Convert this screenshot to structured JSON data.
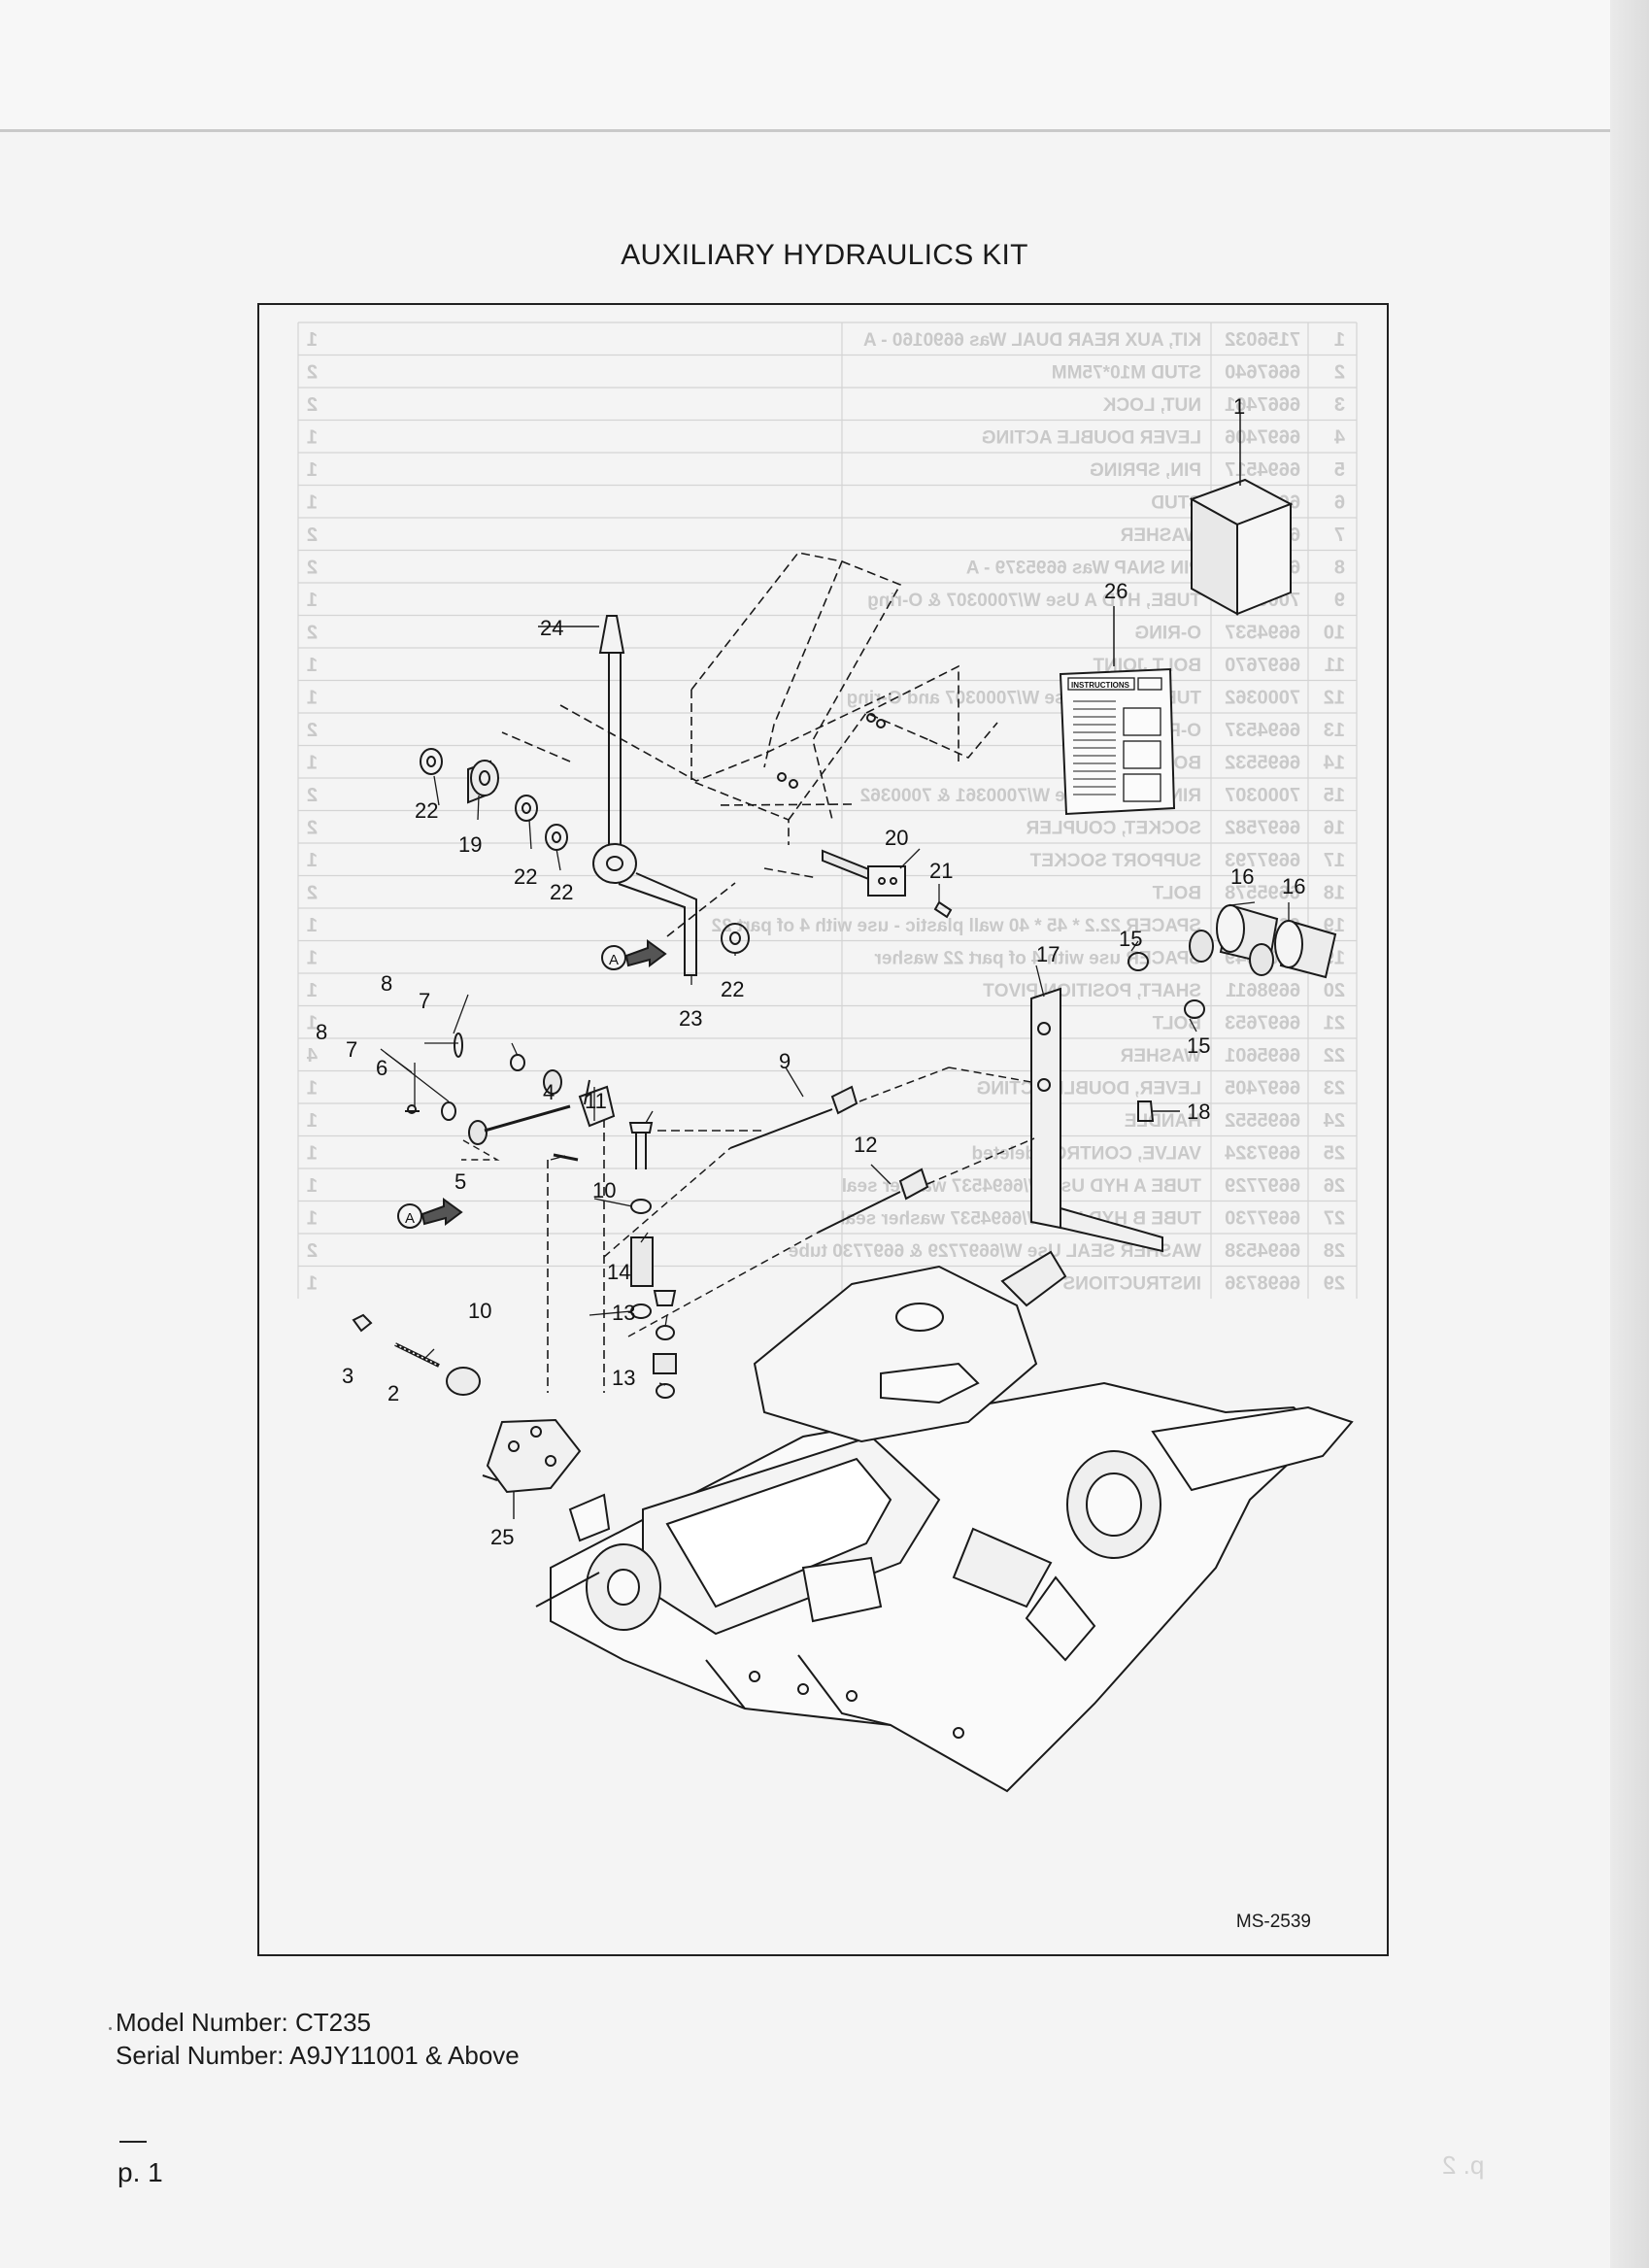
{
  "document": {
    "title": "AUXILIARY HYDRAULICS KIT",
    "drawing_code": "MS-2539",
    "model_number": "Model Number: CT235",
    "serial_number": "Serial Number: A9JY11001 & Above",
    "page_number": "p. 1",
    "bleed_page_number": "p. 2"
  },
  "diagram": {
    "instructions_sheet_label": "INSTRUCTIONS",
    "detail_marker": "A",
    "callouts": [
      "1",
      "2",
      "3",
      "4",
      "5",
      "6",
      "7",
      "8",
      "9",
      "10",
      "11",
      "12",
      "13",
      "14",
      "15",
      "16",
      "17",
      "18",
      "19",
      "20",
      "21",
      "22",
      "23",
      "24",
      "25",
      "26"
    ]
  },
  "bleed_through_parts_list": {
    "rows": [
      {
        "item": "1",
        "part": "7156032",
        "description": "KIT, AUX REAR DUAL Was 6690160 - A",
        "qty": "1"
      },
      {
        "item": "2",
        "part": "6667640",
        "description": "STUD M10*75MM",
        "qty": "2"
      },
      {
        "item": "3",
        "part": "6667461",
        "description": "NUT, LOCK",
        "qty": "2"
      },
      {
        "item": "4",
        "part": "6697406",
        "description": "LEVER DOUBLE ACTING",
        "qty": "1"
      },
      {
        "item": "5",
        "part": "6694517",
        "description": "PIN, SPRING",
        "qty": "1"
      },
      {
        "item": "6",
        "part": "6697606",
        "description": "STUD",
        "qty": "1"
      },
      {
        "item": "7",
        "part": "6697774",
        "description": "WASHER",
        "qty": "2"
      },
      {
        "item": "8",
        "part": "6697796",
        "description": "PIN SNAP Was 6695379 - A",
        "qty": "2"
      },
      {
        "item": "9",
        "part": "7000361",
        "description": "TUBE, HYD A Use W/7000307 & O-ring",
        "qty": "1"
      },
      {
        "item": "10",
        "part": "6694537",
        "description": "O-RING",
        "qty": "2"
      },
      {
        "item": "11",
        "part": "6697670",
        "description": "BOLT JOINT",
        "qty": "1"
      },
      {
        "item": "12",
        "part": "7000362",
        "description": "TUBE, HYD B Use W/7000307 and O-ring",
        "qty": "1"
      },
      {
        "item": "13",
        "part": "6694537",
        "description": "O-RING",
        "qty": "2"
      },
      {
        "item": "14",
        "part": "6695532",
        "description": "BOLT JOINT",
        "qty": "1"
      },
      {
        "item": "15",
        "part": "7000307",
        "description": "RING, SNAP Use W/7000361 & 7000362",
        "qty": "2"
      },
      {
        "item": "16",
        "part": "6697582",
        "description": "SOCKET, COUPLER",
        "qty": "2"
      },
      {
        "item": "17",
        "part": "6697793",
        "description": "SUPPORT SOCKET",
        "qty": "1"
      },
      {
        "item": "18",
        "part": "6695578",
        "description": "BOLT",
        "qty": "2"
      },
      {
        "item": "19",
        "part": "6698603",
        "description": "SPACER 22.2 * 45 * 40 wall plastic - use with 4 of part 22",
        "qty": "1"
      },
      {
        "item": "19",
        "part": "7002649",
        "description": "SPACER use with 4 of part 22 washer",
        "qty": "1"
      },
      {
        "item": "20",
        "part": "6698611",
        "description": "SHAFT, POSITION PIVOT",
        "qty": "1"
      },
      {
        "item": "21",
        "part": "6697653",
        "description": "BOLT",
        "qty": "1"
      },
      {
        "item": "22",
        "part": "6695601",
        "description": "WASHER",
        "qty": "4"
      },
      {
        "item": "23",
        "part": "6697405",
        "description": "LEVER, DOUBLE ACTING",
        "qty": "1"
      },
      {
        "item": "24",
        "part": "6695552",
        "description": "HANDLE",
        "qty": "1"
      },
      {
        "item": "25",
        "part": "6697324",
        "description": "VALVE, CONTROL deleted",
        "qty": "1"
      },
      {
        "item": "26",
        "part": "6697729",
        "description": "TUBE A HYD Use W/6694537 washer seal",
        "qty": "1"
      },
      {
        "item": "27",
        "part": "6697730",
        "description": "TUBE B HYD Use W/6694537 washer seal",
        "qty": "1"
      },
      {
        "item": "28",
        "part": "6694538",
        "description": "WASHER SEAL Use W/6697729 & 6697730 tube",
        "qty": "2"
      },
      {
        "item": "29",
        "part": "6698736",
        "description": "INSTRUCTIONS",
        "qty": "1"
      }
    ]
  }
}
